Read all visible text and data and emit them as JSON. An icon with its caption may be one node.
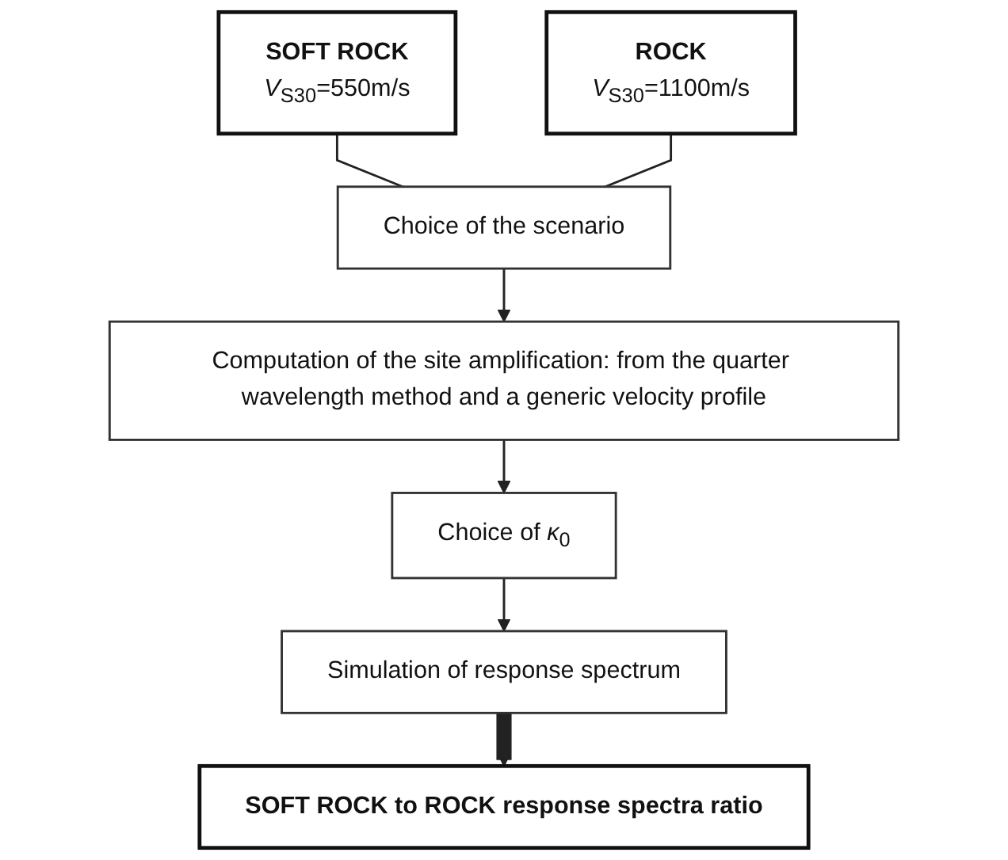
{
  "diagram": {
    "nodes": [
      {
        "text": [
          "SOFT ROCK",
          "*V*$_{S30}$=550m/s"
        ]
      },
      {
        "text": [
          "ROCK",
          "*V*$_{S30}$=1100m/s"
        ]
      },
      {
        "text": [
          "Choice of the scenario"
        ]
      },
      {
        "text": [
          "Computation of the site amplification: from the quarter wavelength method and a generic velocity profile"
        ]
      },
      {
        "text": [
          "Choice of *κ*$_{0}$"
        ]
      },
      {
        "text": [
          "Simulation of response spectrum"
        ]
      },
      {
        "text": [
          "SOFT ROCK to ROCK response spectra ratio"
        ]
      }
    ],
    "edges": [
      {
        "from": 0,
        "to": 2,
        "arrow": "none"
      },
      {
        "from": 1,
        "to": 2,
        "arrow": "none"
      },
      {
        "from": 2,
        "to": 3,
        "arrow": "to"
      },
      {
        "from": 3,
        "to": 4,
        "arrow": "to"
      },
      {
        "from": 4,
        "to": 5,
        "arrow": "to"
      },
      {
        "from": 5,
        "to": 6,
        "arrow": "to",
        "style": "thick"
      }
    ]
  }
}
